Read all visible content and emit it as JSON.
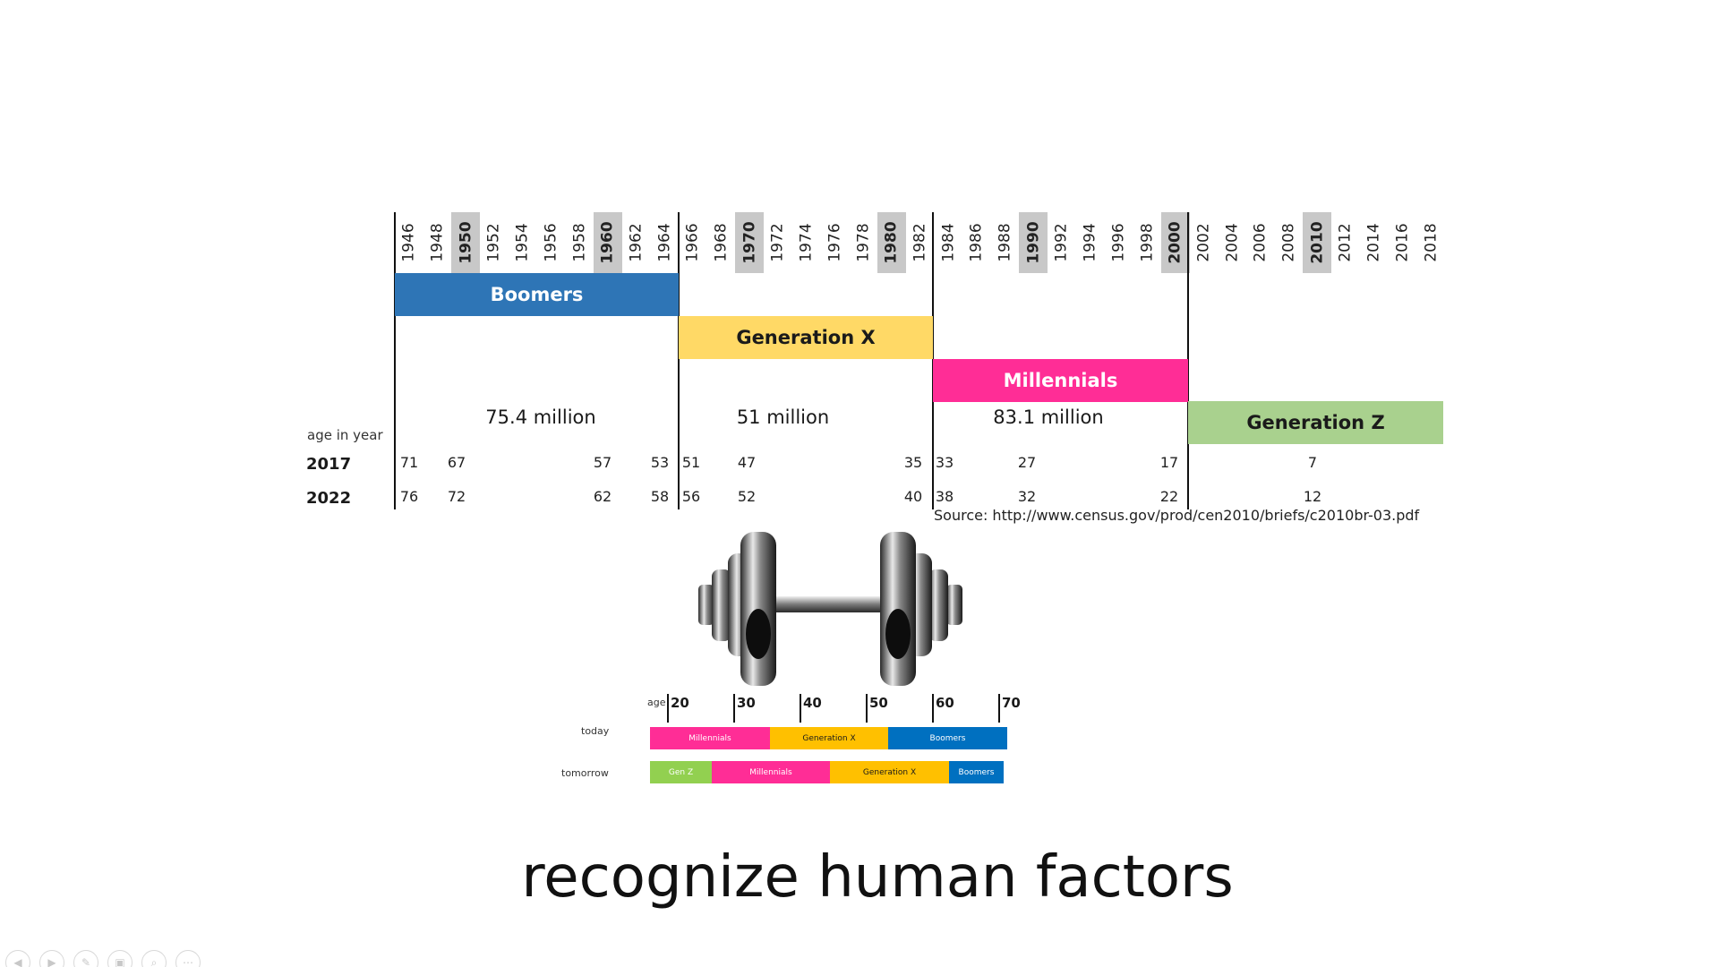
{
  "years": [
    "1946",
    "1948",
    "1950",
    "1952",
    "1954",
    "1956",
    "1958",
    "1960",
    "1962",
    "1964",
    "1966",
    "1968",
    "1970",
    "1972",
    "1974",
    "1976",
    "1978",
    "1980",
    "1982",
    "1984",
    "1986",
    "1988",
    "1990",
    "1992",
    "1994",
    "1996",
    "1998",
    "2000",
    "2002",
    "2004",
    "2006",
    "2008",
    "2010",
    "2012",
    "2014",
    "2016",
    "2018"
  ],
  "highlight_years": [
    "1950",
    "1960",
    "1970",
    "1980",
    "1990",
    "2000",
    "2010"
  ],
  "generations": [
    {
      "name": "Boomers",
      "population": "75.4 million",
      "color": "#2e75b6",
      "text_color": "#ffffff"
    },
    {
      "name": "Generation X",
      "population": "51 million",
      "color": "#ffd966",
      "text_color": "#1a1a1a"
    },
    {
      "name": "Millennials",
      "population": "83.1 million",
      "color": "#ff2d96",
      "text_color": "#ffffff"
    },
    {
      "name": "Generation Z",
      "population": "",
      "color": "#a9d18e",
      "text_color": "#1a1a1a"
    }
  ],
  "age_header": "age in year",
  "age_rows": [
    {
      "year": "2017",
      "ages": [
        "71",
        "67",
        "57",
        "53",
        "51",
        "47",
        "35",
        "33",
        "27",
        "17",
        "7"
      ]
    },
    {
      "year": "2022",
      "ages": [
        "76",
        "72",
        "62",
        "58",
        "56",
        "52",
        "40",
        "38",
        "32",
        "22",
        "12"
      ]
    }
  ],
  "source": "Source: http://www.census.gov/prod/cen2010/briefs/c2010br-03.pdf",
  "mini_chart": {
    "age_label": "age",
    "ticks": [
      "20",
      "30",
      "40",
      "50",
      "60",
      "70"
    ],
    "rows": [
      {
        "label": "today",
        "segments": [
          {
            "name": "Millennials",
            "color": "#ff2d96",
            "text_color": "#ffffff"
          },
          {
            "name": "Generation X",
            "color": "#ffc000",
            "text_color": "#1a1a1a"
          },
          {
            "name": "Boomers",
            "color": "#0070c0",
            "text_color": "#ffffff"
          }
        ]
      },
      {
        "label": "tomorrow",
        "segments": [
          {
            "name": "Gen Z",
            "color": "#92d050",
            "text_color": "#ffffff"
          },
          {
            "name": "Millennials",
            "color": "#ff2d96",
            "text_color": "#ffffff"
          },
          {
            "name": "Generation X",
            "color": "#ffc000",
            "text_color": "#1a1a1a"
          },
          {
            "name": "Boomers",
            "color": "#0070c0",
            "text_color": "#ffffff"
          }
        ]
      }
    ]
  },
  "dumbbell_icon": "dumbbell-icon",
  "caption": "recognize human factors",
  "nav_icons": [
    "previous-slide-icon",
    "next-slide-icon",
    "pen-icon",
    "slides-icon",
    "zoom-icon",
    "more-icon"
  ]
}
